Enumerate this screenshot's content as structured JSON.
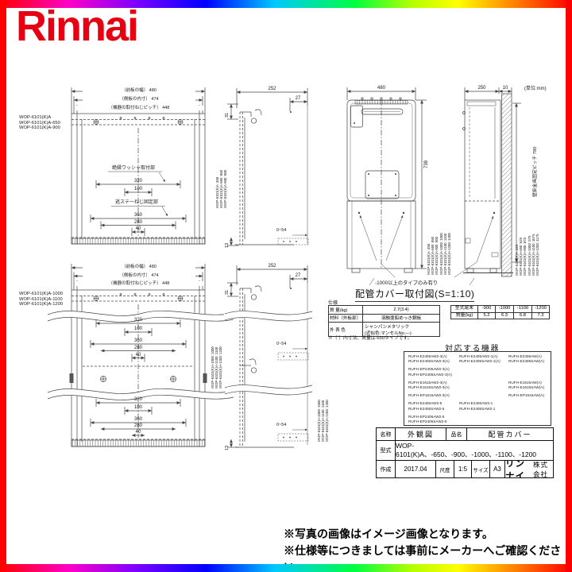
{
  "logo": {
    "text": "Rinnai"
  },
  "units_note": "(単位:mm)",
  "fig1": {
    "models": [
      "WOP-6101(K)A",
      "WOP-6101(K)A-650",
      "WOP-6101(K)A-900"
    ],
    "dim_width": "〔前板の幅〕 480",
    "dim_inner": "〔側板の内寸〕 474",
    "dim_pitch": "〔機器の取付ねじピッチ〕 448",
    "label_washer": "絶縁ワッシャ取付部",
    "label_stay": "逃ステーねじ固定部",
    "d320": "320",
    "d100": "100",
    "d360": "360",
    "d280": "280",
    "d40": "40"
  },
  "side1": {
    "d252": "252",
    "d27": "27",
    "d31": "31",
    "d054": "0~54",
    "d13": "13",
    "rot": [
      "WOP-6101(K)A :450",
      "WOP-6101(K)A-650 :650",
      "WOP-6101(K)A-900 :900"
    ]
  },
  "fig2": {
    "models": [
      "WOP-6101(K)A-1000",
      "WOP-6101(K)A-1100",
      "WOP-6101(K)A-1200"
    ],
    "dim_width": "〔前板の幅〕 480",
    "dim_inner": "〔側板の内寸〕 474",
    "dim_pitch": "〔機器の取付ねじピッチ〕 448",
    "d320": "320",
    "d100": "100",
    "d360": "360",
    "d280": "280",
    "d40": "40",
    "rot": [
      "WOP-6101(K)A-1000 :1000",
      "WOP-6101(K)A-1100 :1100",
      "WOP-6101(K)A-1200 :1200"
    ]
  },
  "side2": {
    "d252": "252",
    "d27": "27",
    "d31": "31",
    "d054a": "0~54",
    "d054b": "0~54",
    "d13": "13",
    "rot": [
      "WOP-6101(K)A-1000 :1000",
      "WOP-6101(K)A-1100 :1100",
      "WOP-6101(K)A-1200 :1200"
    ]
  },
  "unit": {
    "d480": "480",
    "d738": "738",
    "d250": "250",
    "d10": "10",
    "wall_pitch": "壁掛金具固定ピッチ 780",
    "hanger_note": "-1000以上のタイプのみ有り",
    "front_rot": [
      "WOP-6101(K)A :450",
      "WOP-6101(K)A-650 :650",
      "WOP-6101(K)A-900 :900",
      "WOP-6101(K)A-1000 :1000",
      "WOP-6101(K)A-1100 :1100",
      "WOP-6101(K)A-1200 :1200"
    ],
    "side_rot": [
      "WOP-6101(K)A :425",
      "WOP-6101(K)A-650 :625",
      "WOP-6101(K)A-900 :875",
      "WOP-6101(K)A-1000 :975",
      "WOP-6101(K)A-1100 :1075",
      "WOP-6101(K)A-1200 :1175"
    ]
  },
  "fig_title": "配管カバー取付図(S=1:10)",
  "spec": {
    "heading": "仕様",
    "r1l": "質 量(kg)",
    "r1v": "2.7(3.4)",
    "r2l": "材料〔外板部〕",
    "r2v": "溶融亜鉛めっき鋼板",
    "r3l": "外 表 色",
    "r3v1": "シャンパンメタリック",
    "r3v2": "(近似色:マンセルNo.―)",
    "note": "※〔 〕内寸法、質量は-650タイプです。"
  },
  "weights": {
    "header": [
      "型式尾末",
      "-900",
      "-1000",
      "-1100",
      "-1200"
    ],
    "row": [
      "質量(kg)",
      "5.2",
      "6.3",
      "6.8",
      "7.3"
    ]
  },
  "compat": {
    "title": "対応する機器",
    "rows": [
      [
        "RUFH-E2405AW2-3(A)",
        "RUFH-E2405AW2-1(A)",
        "RUFH-E2405AW(A)"
      ],
      [
        "RUFH-E2405SAW2-3(A)",
        "RUFH-E2405SAW2-1(A)",
        "RUFH-E2405SAW(A)"
      ],
      [
        "RUFH-EP2405AW2-3(A)",
        "",
        ""
      ],
      [
        "RUFH-EP2405SAW2-3(A)",
        "",
        ""
      ],
      [
        "RUFH-E1615AW2-3(A)",
        "",
        "RUFH-E1615AW(A)"
      ],
      [
        "RUFH-E1615SAW2-3(A)",
        "",
        "RUFH-E1615SAW(A)"
      ],
      [
        "RUFH-EP1615AW2-3(A)",
        "",
        "RUFH-EP1615AW(A)"
      ],
      [
        "RUFH-E2406AW2-5",
        "RUFH-E2406AW2-1",
        ""
      ],
      [
        "RUFH-E2406SAW2-5",
        "RUFH-E2406SAW2-1",
        ""
      ],
      [
        "RUFH-EP2406AW2-5",
        "",
        ""
      ],
      [
        "RUFH-EP2406SAW2-5",
        "",
        ""
      ]
    ]
  },
  "titleblock": {
    "name_label": "名称",
    "name_value": "外観図",
    "item_label": "品名",
    "item_value": "配管カバー",
    "model_label": "型式",
    "model_value": "WOP-6101(K)A、-650、-900、-1000、-1100、-1200",
    "date_label": "作成",
    "date_value": "2017.04",
    "scale_label": "尺度",
    "scale_value": "1:5",
    "size_label": "サイズ",
    "size_value": "A3",
    "company_bold": "リンナイ",
    "company_rest": "株式会社"
  },
  "footer": {
    "note1": "※写真の画像はイメージ画像となります。",
    "note2": "※仕様等につきましては事前にメーカーへご確認ください。"
  }
}
